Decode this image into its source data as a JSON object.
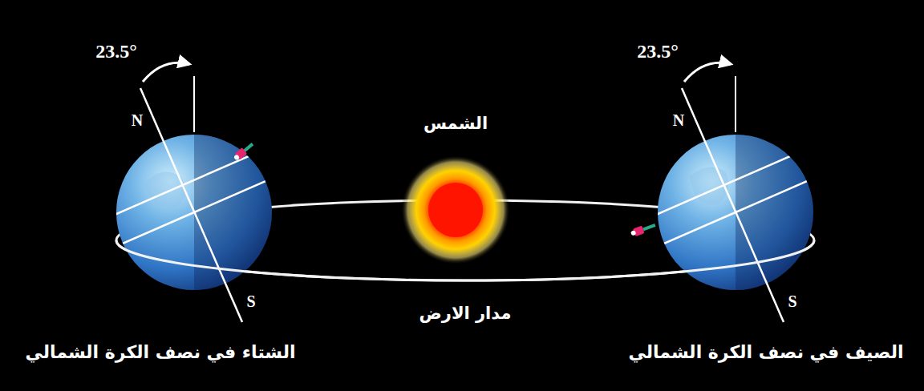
{
  "diagram": {
    "labels": [
      "23.5°",
      "N",
      "S",
      "الشتاء في نصف الكرة الشمالي",
      "23.5°",
      "N",
      "S",
      "الصيف في نصف الكرة الشمالي",
      "الشمس",
      "مدار الارض"
    ]
  }
}
